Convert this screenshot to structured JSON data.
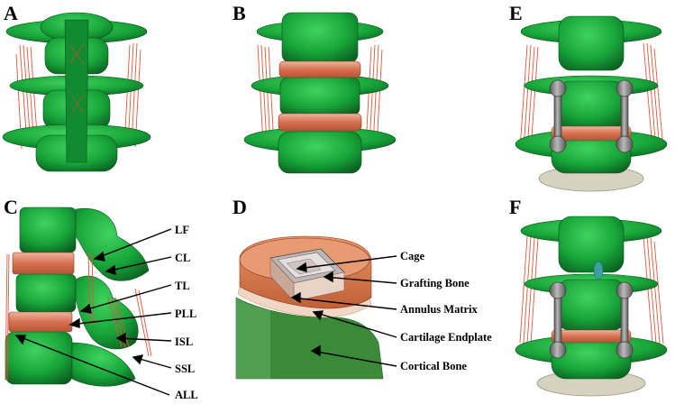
{
  "panels": {
    "A": "A",
    "B": "B",
    "C": "C",
    "D": "D",
    "E": "E",
    "F": "F"
  },
  "panel_c_labels": [
    "LF",
    "CL",
    "TL",
    "PLL",
    "ISL",
    "SSL",
    "ALL"
  ],
  "panel_d_labels": [
    "Cage",
    "Grafting Bone",
    "Annulus Matrix",
    "Cartilage Endplate",
    "Cortical Bone"
  ],
  "colors": {
    "bone": "#18a83a",
    "bone_dark": "#0e6b25",
    "disc": "#d9826a",
    "ligament": "#e0553a",
    "rod": "#8a8a8a",
    "cage": "#d67a4a",
    "graft": "#d9d0d0",
    "annulus": "#f0c0a8"
  }
}
